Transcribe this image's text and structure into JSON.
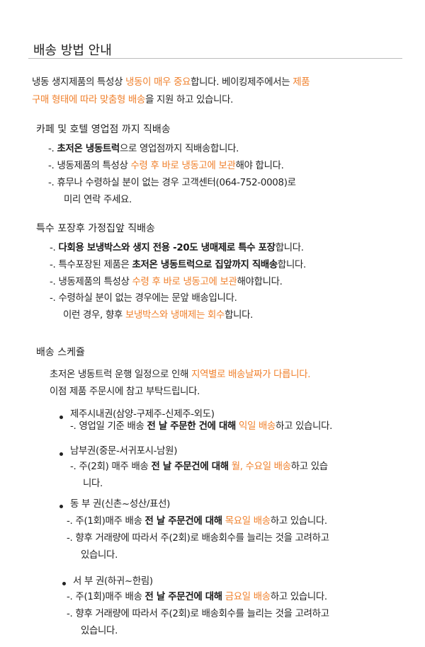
{
  "title": "배송 방법 안내",
  "intro": {
    "l1": {
      "a": "냉동 생지제품의 특성상 ",
      "b": "냉동이 매우 중요",
      "c": "합니다. 베이킹제주에서는 ",
      "d": "제품"
    },
    "l2": {
      "a": "구매 형태에 따라 맞춤형 배송",
      "b": "을 지원 하고 있습니다."
    }
  },
  "sections": {
    "cafe": {
      "title": "카페 및 호텔 영업점 까지 직배송",
      "i1": {
        "a": "-. ",
        "b": "초저온 냉동트럭",
        "c": "으로 영업점까지 직배송합니다."
      },
      "i2": {
        "a": "-. 냉동제품의 특성상 ",
        "b": "수령 후 바로 냉동고에 보관",
        "c": "해야 합니다."
      },
      "i3a": "-. 휴무나 수령하실 분이 없는 경우 고객센터(064-752-0008)로",
      "i3b": "미리 연락 주세요."
    },
    "special": {
      "title": "특수 포장후  가정집앞 직배송",
      "i1": {
        "a": "-. ",
        "b": "다회용 보냉박스와 생지 전용 -20도 냉매제로 특수 포장",
        "c": "합니다."
      },
      "i2": {
        "a": "-. 특수포장된 제품은 ",
        "b": "초저온 냉동트럭으로 집앞까지 직배송",
        "c": "합니다."
      },
      "i3": {
        "a": "-. 냉동제품의 특성상 ",
        "b": "수령 후 바로 냉동고에 보관",
        "c": "해야합니다."
      },
      "i4": "-. 수령하실 분이  없는 경우에는 문앞 배송입니다.",
      "i5": {
        "a": "이런 경우, 향후 ",
        "b": "보냉박스와 냉매제는 회수",
        "c": "합니다."
      }
    },
    "schedule": {
      "title": "배송 스케쥴",
      "d1": {
        "a": "초저온 냉동트럭 운행 일정으로 인해 ",
        "b": "지역별로 배송날짜가 다릅니다."
      },
      "d2": "이점 제품 주문시에 참고 부탁드립니다.",
      "r1": {
        "name": "제주시내권(삼양-구제주-신제주-외도)",
        "l1": {
          "a": "-. 영업일 기준 배송 ",
          "b": "전 날 주문한 건에 대해",
          "c": "  ",
          "d": "익일 배송",
          "e": "하고 있습니다."
        }
      },
      "r2": {
        "name": "남부권(중문-서귀포시-남원)",
        "l1": {
          "a": "-. 주(2회) 매주 배송 ",
          "b": "전 날 주문건에 대해",
          "c": "  ",
          "d": "월, 수요일 배송",
          "e": "하고 있습"
        },
        "l2": "니다."
      },
      "r3": {
        "name": "동 부 권(신촌~성산/표선)",
        "l1": {
          "a": "-. 주(1회)매주 배송 ",
          "b": "전 날 주문건에 대해",
          "c": "  ",
          "d": "목요일 배송",
          "e": "하고 있습니다."
        },
        "l2": "-. 향후 거래량에 따라서 주(2회)로 배송회수를 늘리는 것을 고려하고",
        "l3": "있습니다."
      },
      "r4": {
        "name": "서 부 권(하귀~한림)",
        "l1": {
          "a": "-. 주(1회)매주  배송 ",
          "b": "전 날 주문건에 대해",
          "c": "  ",
          "d": "금요일 배송",
          "e": "하고 있습니다."
        },
        "l2": "-. 향후 거래량에 따라서 주(2회)로 배송회수를 늘리는 것을 고려하고",
        "l3": "있습니다."
      }
    }
  },
  "colors": {
    "highlight": "#f07f2a",
    "text": "#222222",
    "rule": "#bdbdbd"
  }
}
